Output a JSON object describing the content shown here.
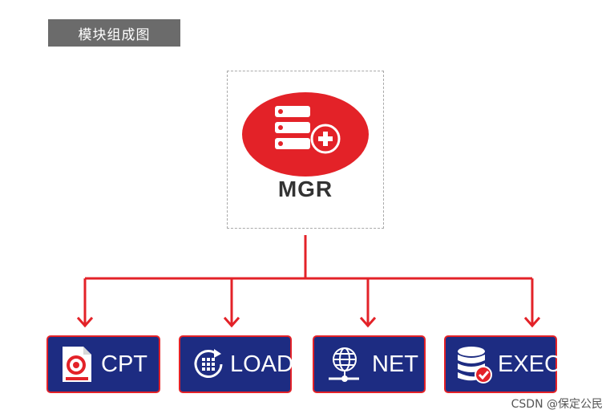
{
  "header": {
    "title": "模块组成图"
  },
  "root": {
    "label": "MGR",
    "icon": "server-plus-icon"
  },
  "modules": [
    {
      "label": "CPT",
      "icon": "target-document-icon"
    },
    {
      "label": "LOAD",
      "icon": "grid-refresh-icon"
    },
    {
      "label": "NET",
      "icon": "globe-network-icon"
    },
    {
      "label": "EXEC",
      "icon": "database-check-icon"
    }
  ],
  "watermark": "CSDN @保定公民",
  "colors": {
    "accent": "#e32228",
    "module_bg": "#1d2c82",
    "tag_bg": "#6b6b6b",
    "text_dark": "#333333"
  }
}
